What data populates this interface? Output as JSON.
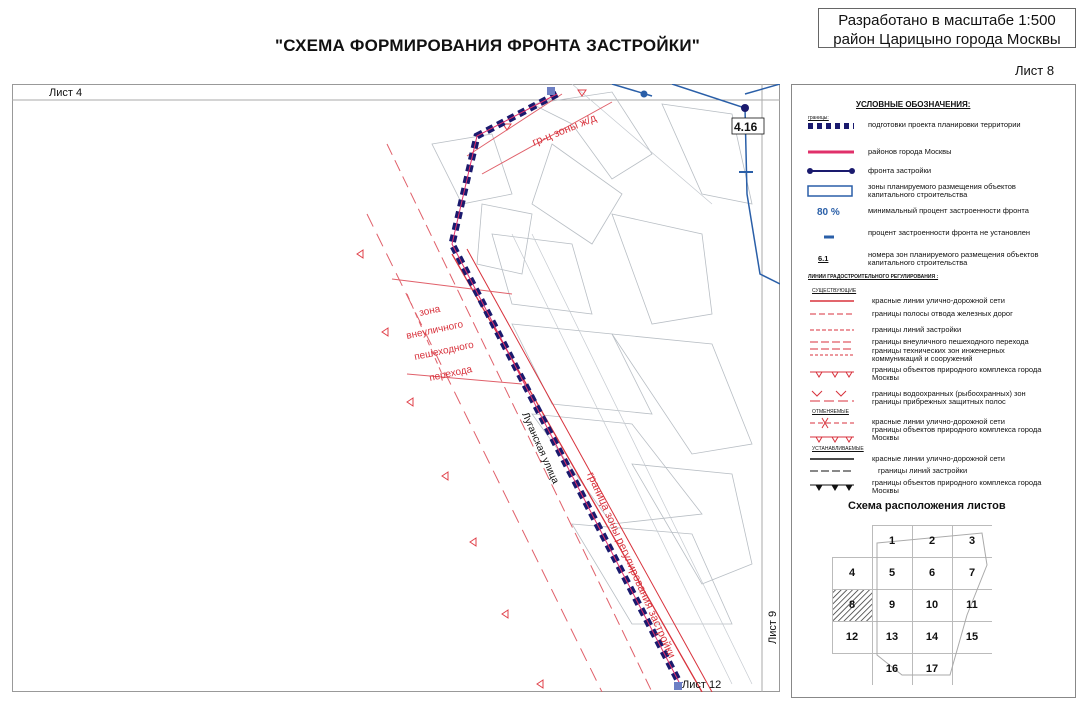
{
  "title": "\"СХЕМА ФОРМИРОВАНИЯ ФРОНТА ЗАСТРОЙКИ\"",
  "stamp": {
    "line1": "Разработано в масштабе 1:500",
    "line2": "район Царицыно города Москвы"
  },
  "sheet_label": "Лист 8",
  "map": {
    "neighbor_top": "Лист 4",
    "neighbor_bottom": "Лист 12",
    "neighbor_right": "Лист 9",
    "zone_number": "4.16",
    "street_name": "Луганская улица",
    "label_rail_zone": "гр-ц зоны ж/д",
    "label_pedestrian": [
      "зона",
      "внеуличного",
      "пешеходного",
      "перехода"
    ],
    "label_reg_zone": "граница зоны регулирования застройки"
  },
  "legend": {
    "heading": "УСЛОВНЫЕ ОБОЗНАЧЕНИЯ:",
    "cat_boundaries": "границы:",
    "items": [
      {
        "text": "подготовки проекта планировки территории",
        "symbol": "dashed-navy"
      },
      {
        "text": "районов города Москвы",
        "symbol": "pink-line"
      },
      {
        "text": "фронта застройки",
        "symbol": "front-line"
      },
      {
        "text": "зоны планируемого размещения объектов капитального строительства",
        "symbol": "blue-rect"
      },
      {
        "text": "минимальный процент застроенности фронта",
        "symbol": "percent",
        "value": "80 %"
      },
      {
        "text": "процент застроенности фронта не установлен",
        "symbol": "blue-dash"
      },
      {
        "text": "номера зон планируемого размещения объектов капитального строительства",
        "symbol": "number",
        "value": "6.1"
      }
    ],
    "cat_red_lines": "ЛИНИИ ГРАДОСТРОИТЕЛЬНОГО РЕГУЛИРОВАНИЯ :",
    "sub_existing": "СУЩЕСТВУЮЩИЕ",
    "existing": [
      "красные линии улично-дорожной сети",
      "границы полосы отвода железных дорог",
      "границы линий застройки",
      "границы внеуличного пешеходного перехода",
      "границы технических зон инженерных коммуникаций и сооружений",
      "границы объектов природного комплекса города Москвы",
      "границы водоохранных (рыбоохранных) зон",
      "границы прибрежных защитных полос"
    ],
    "sub_cancelled": "ОТМЕНЯЕМЫЕ",
    "cancelled": [
      "красные линии улично-дорожной сети",
      "границы объектов природного комплекса города Москвы"
    ],
    "sub_established": "УСТАНАВЛИВАЕМЫЕ",
    "established": [
      "красные линии улично-дорожной сети",
      "границы линий застройки",
      "границы объектов природного комплекса города Москвы"
    ]
  },
  "sheet_scheme": {
    "title": "Схема расположения листов",
    "current": "8",
    "rows": [
      [
        "",
        "1",
        "2",
        "3"
      ],
      [
        "4",
        "5",
        "6",
        "7"
      ],
      [
        "8",
        "9",
        "10",
        "11"
      ],
      [
        "12",
        "13",
        "14",
        "15"
      ],
      [
        "",
        "16",
        "17",
        ""
      ]
    ]
  },
  "colors": {
    "navy": "#1a1a6e",
    "red": "#d8323c",
    "pink": "#e0306a",
    "blue": "#2a5fa8",
    "grey": "#9aa0a6"
  }
}
